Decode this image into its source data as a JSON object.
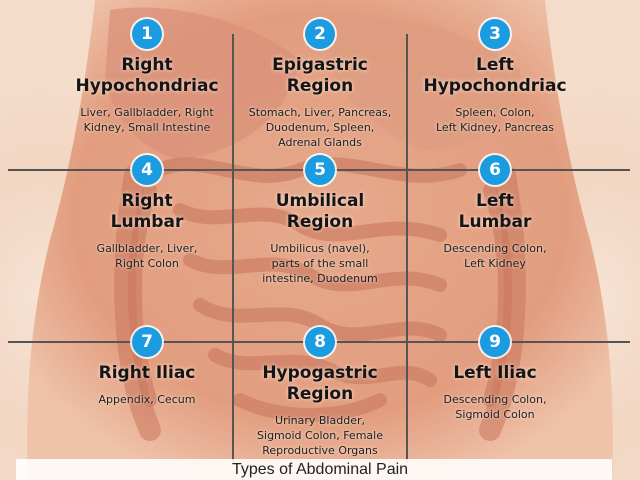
{
  "caption": "Types of Abdominal Pain",
  "colors": {
    "badge": "#1b9be0",
    "grid_line": "#555555",
    "skin": "#f4dccb",
    "intestine": "#d98a6c"
  },
  "regions": [
    {
      "number": "1",
      "name_lines": [
        "Right",
        "Hypochondriac"
      ],
      "organ_lines": [
        "Liver, Gallbladder, Right",
        "Kidney, Small Intestine"
      ]
    },
    {
      "number": "2",
      "name_lines": [
        "Epigastric",
        "Region"
      ],
      "organ_lines": [
        "Stomach, Liver, Pancreas,",
        "Duodenum, Spleen,",
        "Adrenal Glands"
      ]
    },
    {
      "number": "3",
      "name_lines": [
        "Left",
        "Hypochondriac"
      ],
      "organ_lines": [
        "Spleen, Colon,",
        "Left Kidney, Pancreas"
      ]
    },
    {
      "number": "4",
      "name_lines": [
        "Right",
        "Lumbar"
      ],
      "organ_lines": [
        "Gallbladder, Liver,",
        "Right Colon"
      ]
    },
    {
      "number": "5",
      "name_lines": [
        "Umbilical",
        "Region"
      ],
      "organ_lines": [
        "Umbilicus (navel),",
        "parts of the small",
        "intestine, Duodenum"
      ]
    },
    {
      "number": "6",
      "name_lines": [
        "Left",
        "Lumbar"
      ],
      "organ_lines": [
        "Descending Colon,",
        "Left Kidney"
      ]
    },
    {
      "number": "7",
      "name_lines": [
        "Right Iliac"
      ],
      "organ_lines": [
        "Appendix, Cecum"
      ]
    },
    {
      "number": "8",
      "name_lines": [
        "Hypogastric",
        "Region"
      ],
      "organ_lines": [
        "Urinary Bladder,",
        "Sigmoid Colon, Female",
        "Reproductive Organs"
      ]
    },
    {
      "number": "9",
      "name_lines": [
        "Left Iliac"
      ],
      "organ_lines": [
        "Descending Colon,",
        "Sigmoid Colon"
      ]
    }
  ]
}
